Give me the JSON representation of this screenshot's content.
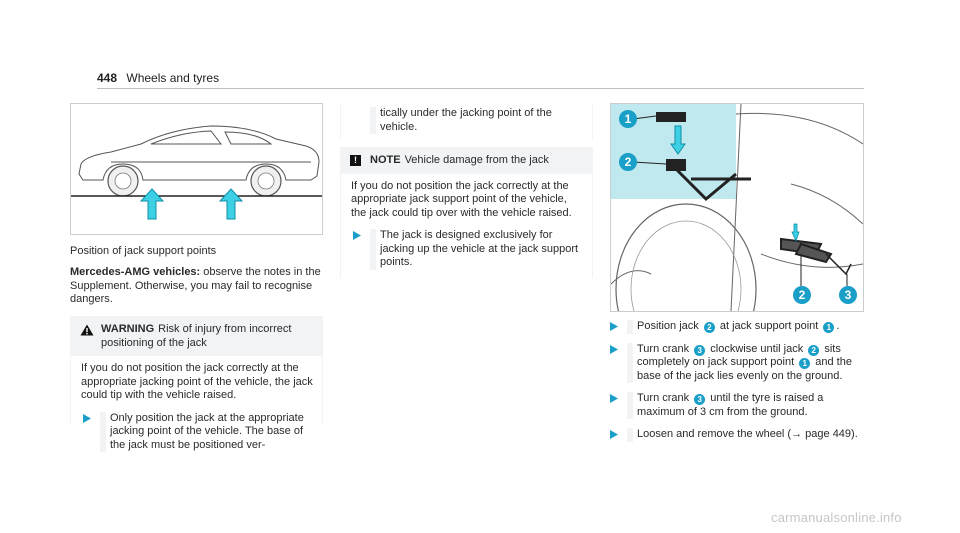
{
  "header": {
    "page_number": "448",
    "section_title": "Wheels and tyres"
  },
  "figure1": {
    "caption": "Position of jack support points"
  },
  "intro": {
    "bold_label": "Mercedes-AMG vehicles:",
    "text": " observe the notes in the Supplement. Otherwise, you may fail to recognise dangers."
  },
  "warning": {
    "label": "WARNING",
    "title": "Risk of injury from incorrect positioning of the jack",
    "body": "If you do not position the jack correctly at the appropriate jacking point of the vehicle, the jack could tip with the vehicle raised.",
    "bullet": "Only position the jack at the appropriate jacking point of the vehicle. The base of the jack must be positioned ver-",
    "bullet_continued": "tically under the jacking point of the vehicle."
  },
  "note": {
    "label": "NOTE",
    "title": "Vehicle damage from the jack",
    "body": "If you do not position the jack correctly at the appropriate jack support point of the vehicle, the jack could tip over with the vehicle raised.",
    "bullet": "The jack is designed exclusively for jacking up the vehicle at the jack support points."
  },
  "figure2": {
    "callouts": [
      "1",
      "2",
      "2",
      "3"
    ]
  },
  "steps": [
    {
      "parts": [
        "Position jack ",
        "2",
        " at jack support point ",
        "1",
        "."
      ]
    },
    {
      "parts": [
        "Turn crank ",
        "3",
        " clockwise until jack ",
        "2",
        " sits completely on jack support point ",
        "1",
        " and the base of the jack lies evenly on the ground."
      ]
    },
    {
      "parts": [
        "Turn crank ",
        "3",
        " until the tyre is raised a maximum of 3 cm from the ground."
      ]
    },
    {
      "parts": [
        "Loosen and remove the wheel (",
        "→",
        " page 449)."
      ]
    }
  ],
  "watermark": "carmanualsonline.info",
  "colors": {
    "accent": "#1a9fc8",
    "panel": "#f1f3f4",
    "highlight": "#bfe9ef"
  }
}
